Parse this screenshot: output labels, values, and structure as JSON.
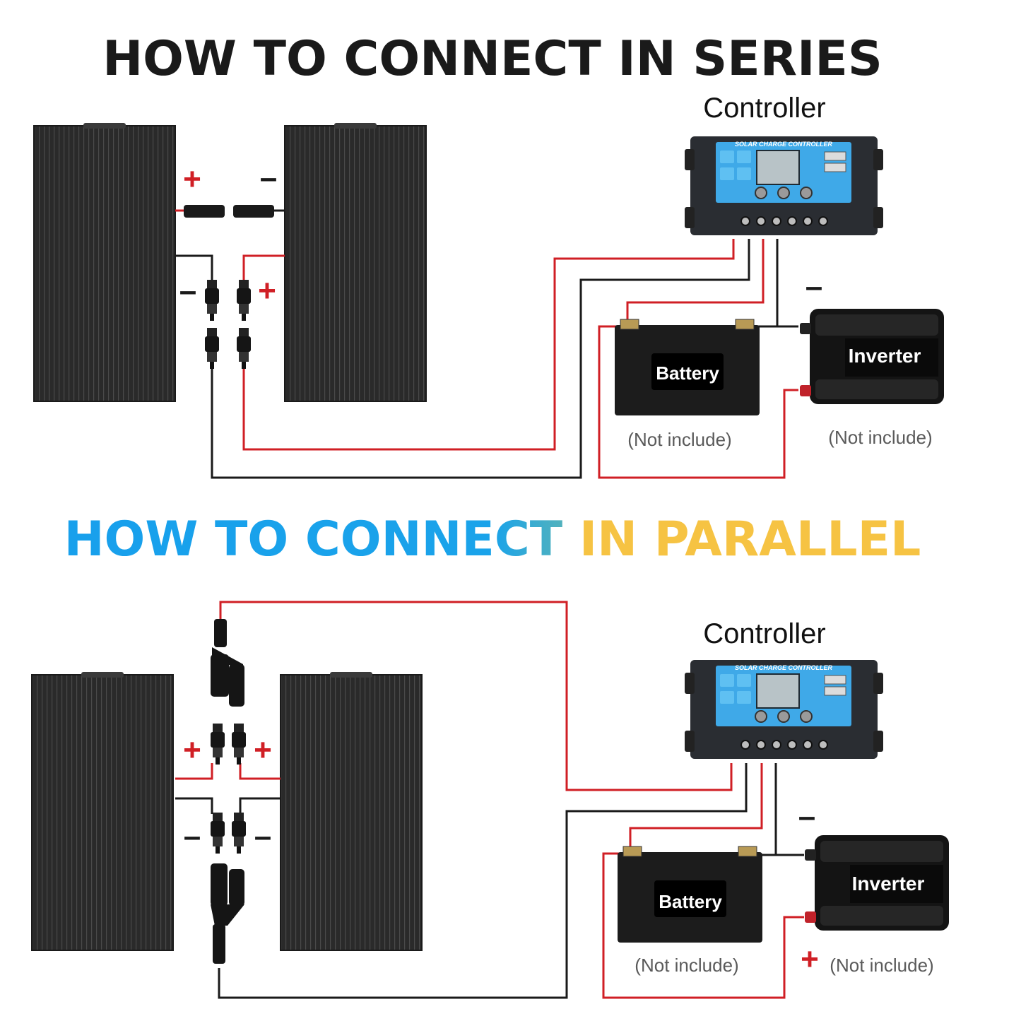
{
  "series": {
    "title": "HOW TO CONNECT IN SERIES",
    "controller_label": "Controller",
    "battery_label": "Battery",
    "inverter_label": "Inverter",
    "battery_note": "(Not include)",
    "inverter_note": "(Not include)",
    "plus_sign": "+",
    "minus_sign": "–"
  },
  "parallel": {
    "title_part1": "HOW TO CONNECT ",
    "title_part2": "IN PARALLEL",
    "controller_label": "Controller",
    "battery_label": "Battery",
    "inverter_label": "Inverter",
    "battery_note": "(Not include)",
    "inverter_note": "(Not include)",
    "plus_sign": "+",
    "minus_sign": "–"
  },
  "controller_face": {
    "header_text": "SOLAR CHARGE CONTROLLER"
  },
  "colors": {
    "positive_wire": "#d01f25",
    "negative_wire": "#1a1a1a",
    "panel": "#2b2b2b",
    "controller_screen": "#3fa9e8",
    "title_blue": "#1aa3ea",
    "title_yellow": "#f6c343"
  }
}
